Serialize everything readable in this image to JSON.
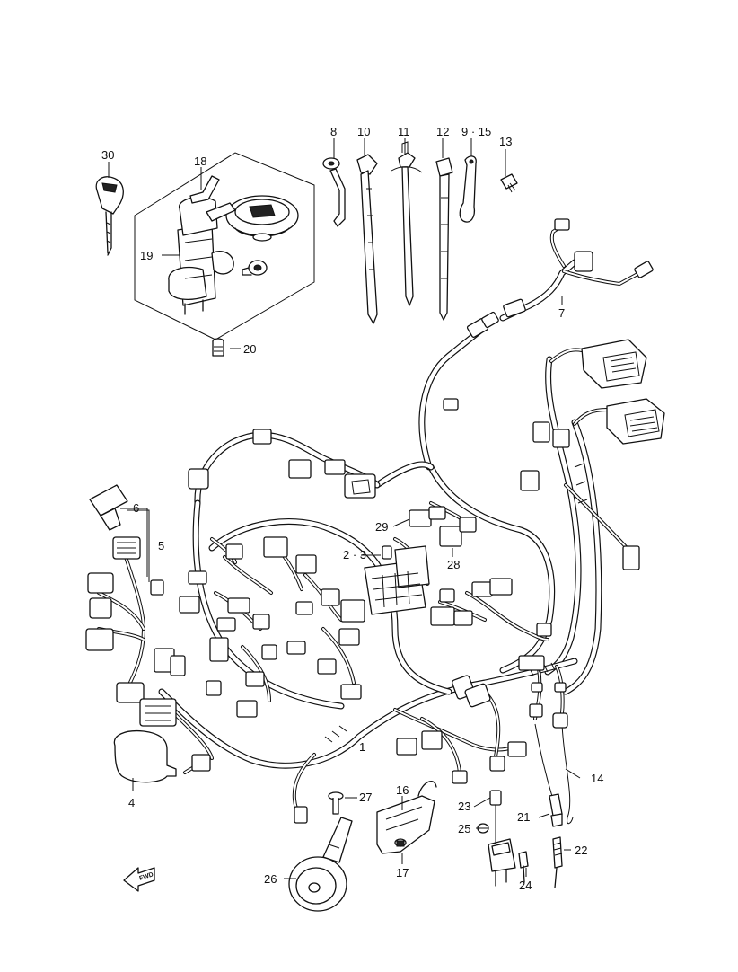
{
  "labels": {
    "p1": "1",
    "p23": "2 · 3",
    "p4": "4",
    "p5": "5",
    "p6": "6",
    "p7": "7",
    "p8": "8",
    "p915": "9 · 15",
    "p10": "10",
    "p11": "11",
    "p12": "12",
    "p13": "13",
    "p14": "14",
    "p16": "16",
    "p17": "17",
    "p18": "18",
    "p19": "19",
    "p20": "20",
    "p21": "21",
    "p22": "22",
    "p23b": "23",
    "p24": "24",
    "p25": "25",
    "p26": "26",
    "p27": "27",
    "p28": "28",
    "p29": "29",
    "p30": "30"
  },
  "fwd_marker": "FWD"
}
